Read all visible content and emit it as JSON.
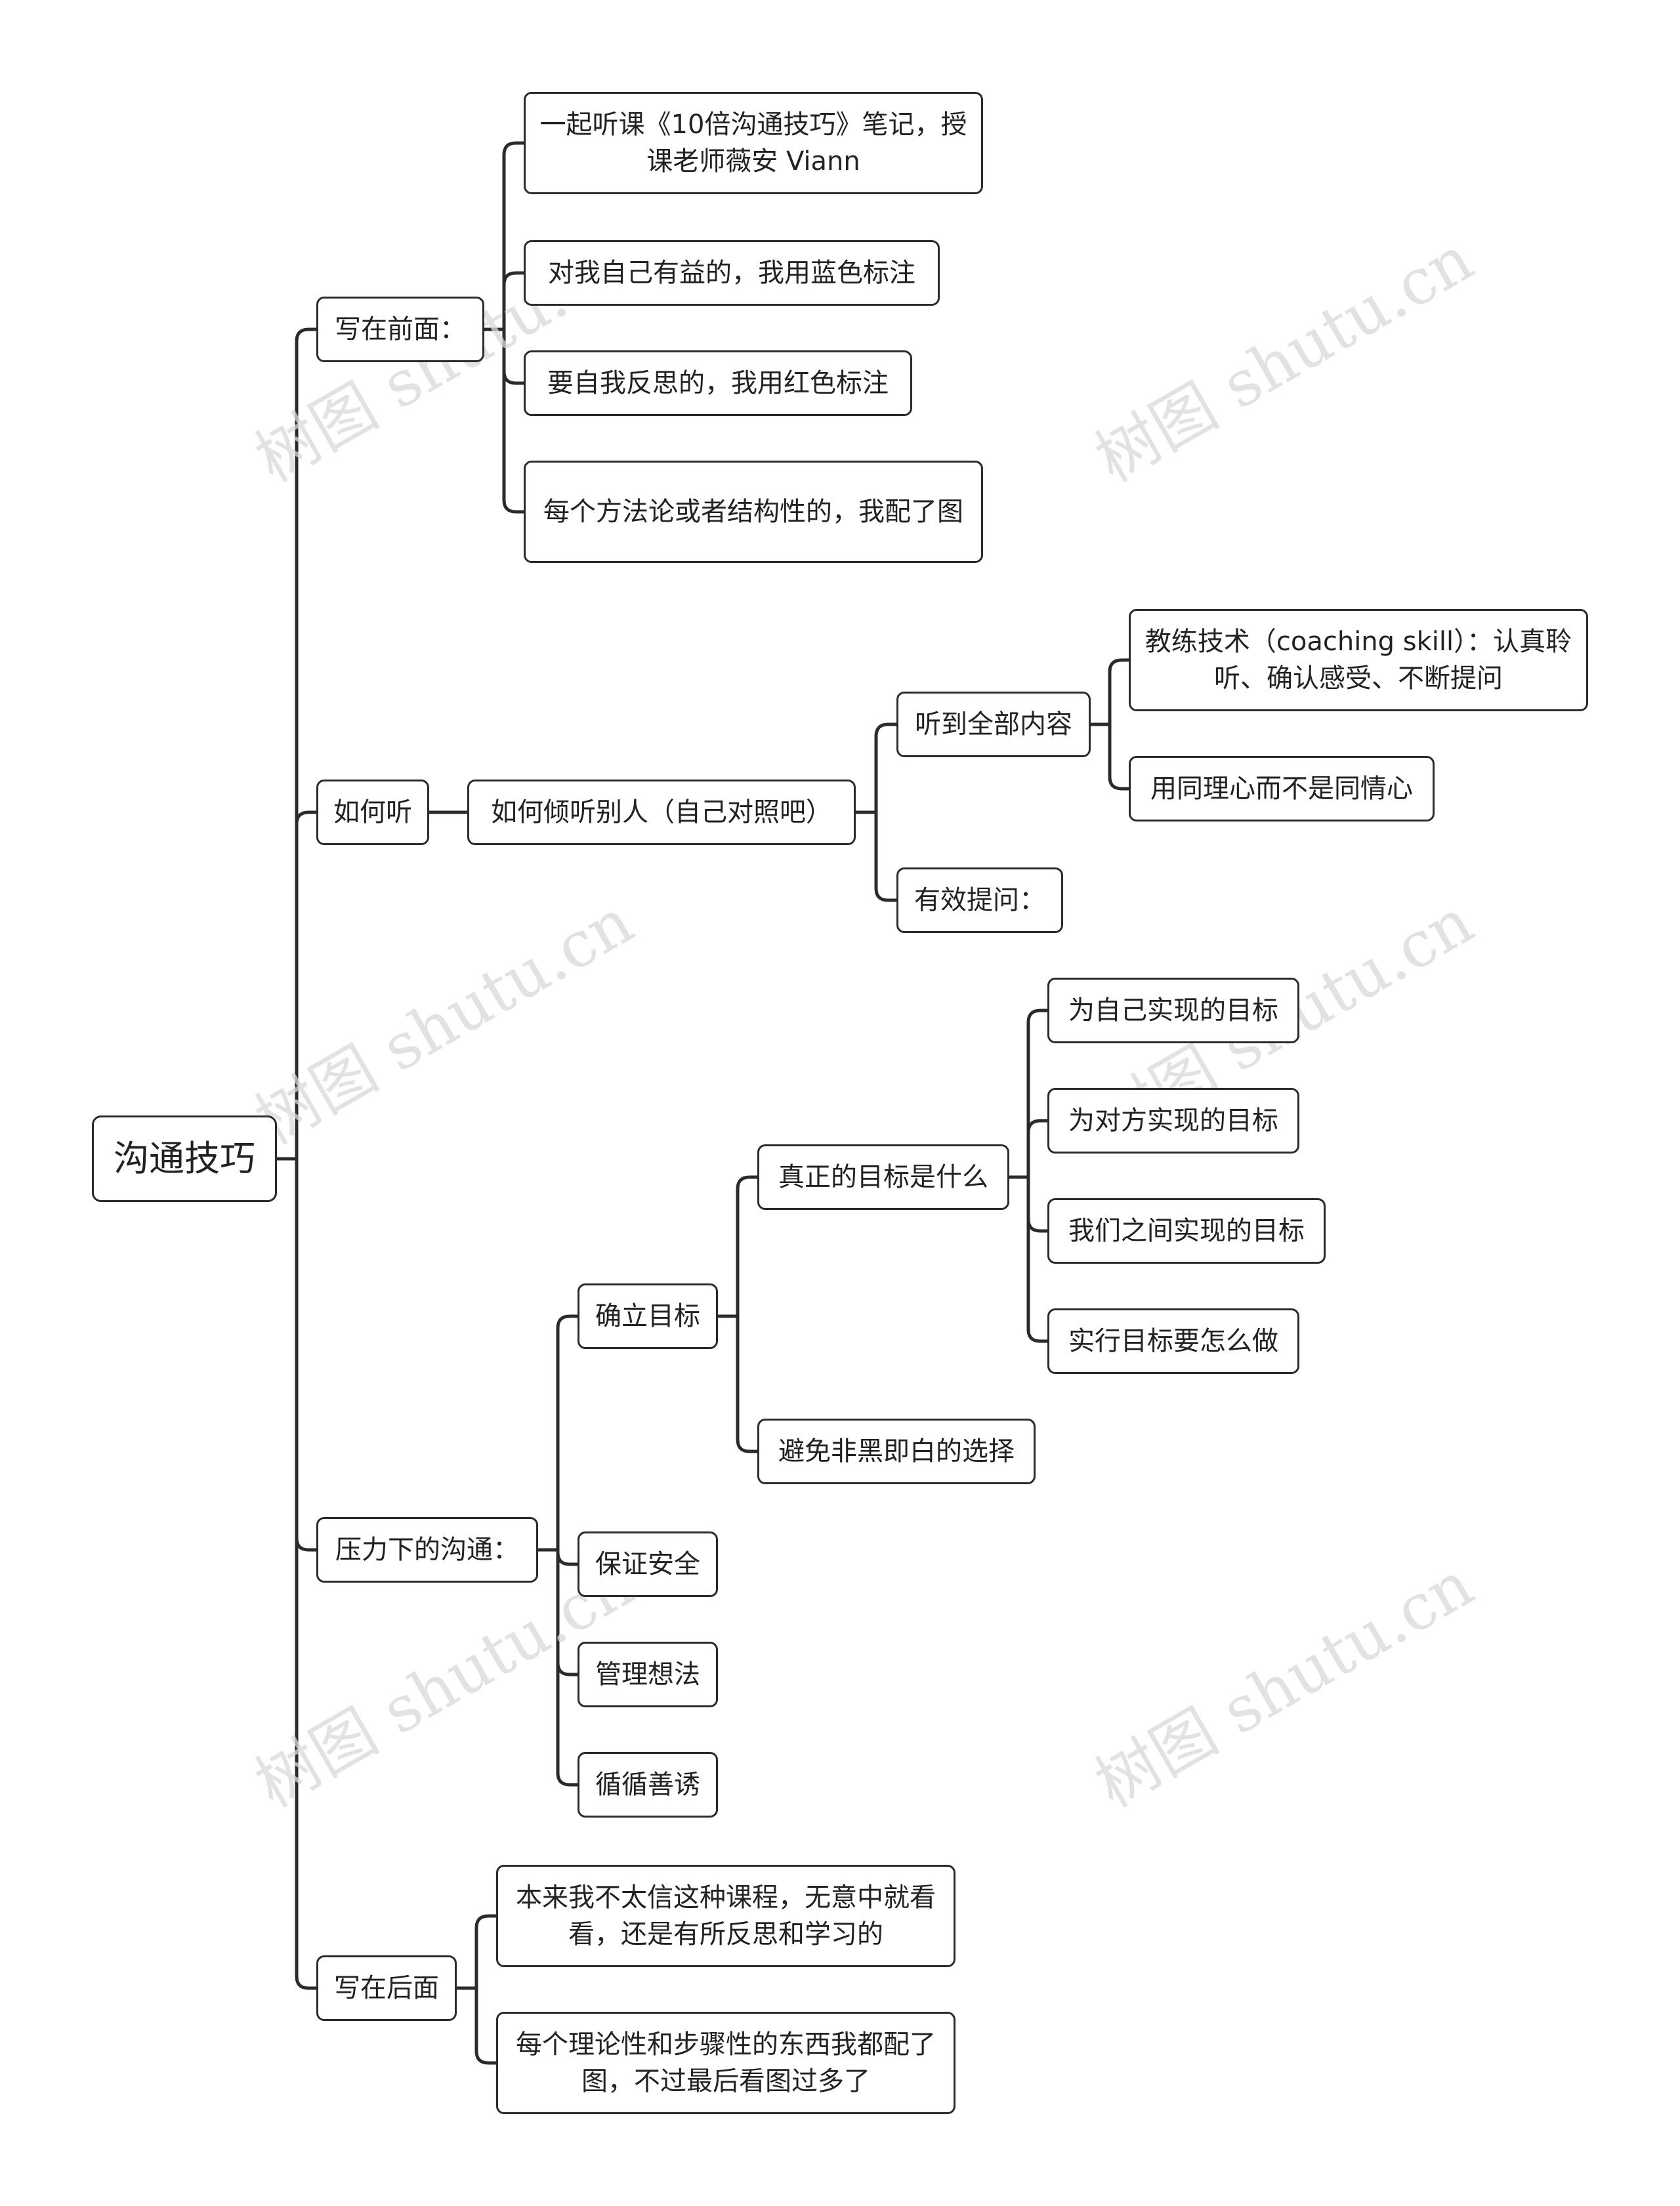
{
  "mindmap": {
    "root": "沟通技巧",
    "branches": [
      {
        "label": "写在前面：",
        "children": [
          "一起听课《10倍沟通技巧》笔记，授课老师薇安 Viann",
          "对我自己有益的，我用蓝色标注",
          "要自我反思的，我用红色标注",
          "每个方法论或者结构性的，我配了图"
        ]
      },
      {
        "label": "如何听",
        "child": {
          "label": "如何倾听别人（自己对照吧）",
          "children": [
            {
              "label": "听到全部内容",
              "children": [
                "教练技术（coaching skill）：认真聆听、确认感受、不断提问",
                "用同理心而不是同情心"
              ]
            },
            {
              "label": "有效提问："
            }
          ]
        }
      },
      {
        "label": "压力下的沟通：",
        "children": [
          {
            "label": "确立目标",
            "children": [
              {
                "label": "真正的目标是什么",
                "children": [
                  "为自己实现的目标",
                  "为对方实现的目标",
                  "我们之间实现的目标",
                  "实行目标要怎么做"
                ]
              },
              {
                "label": "避免非黑即白的选择"
              }
            ]
          },
          {
            "label": "保证安全"
          },
          {
            "label": "管理想法"
          },
          {
            "label": "循循善诱"
          }
        ]
      },
      {
        "label": "写在后面",
        "children": [
          "本来我不太信这种课程，无意中就看看，还是有所反思和学习的",
          "每个理论性和步骤性的东西我都配了图，不过最后看图过多了"
        ]
      }
    ]
  },
  "watermark": {
    "text": "树图 shutu.cn"
  },
  "colors": {
    "line": "#2b2b2b",
    "border": "#2b2b2b",
    "text": "#222222",
    "watermark": "#d9d9d9"
  }
}
